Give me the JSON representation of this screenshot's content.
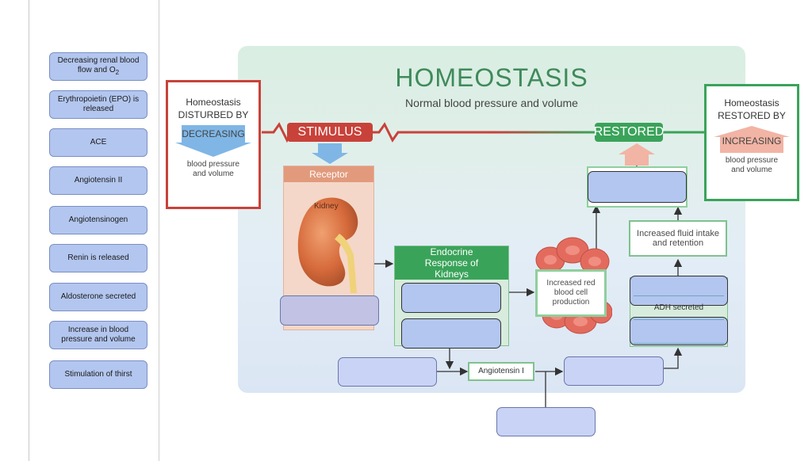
{
  "options": [
    {
      "label": "Decreasing renal blood flow and O",
      "sub": "2"
    },
    {
      "label": "Erythropoietin (EPO) is released"
    },
    {
      "label": "ACE"
    },
    {
      "label": "Angiotensin II"
    },
    {
      "label": "Angiotensinogen"
    },
    {
      "label": "Renin is released"
    },
    {
      "label": "Aldosterone secreted"
    },
    {
      "label": "Increase in blood pressure and volume"
    },
    {
      "label": "Stimulation of thirst"
    }
  ],
  "diagram": {
    "title": "HOMEOSTASIS",
    "subtitle": "Normal blood pressure and volume",
    "disturbed": {
      "line1": "Homeostasis",
      "line2": "DISTURBED BY",
      "action": "DECREASING",
      "body": "blood pressure and volume"
    },
    "restored_by": {
      "line1": "Homeostasis",
      "line2": "RESTORED BY",
      "action": "INCREASING",
      "body": "blood pressure and volume"
    },
    "stimulus": "STIMULUS",
    "restored": "RESTORED",
    "receptor": "Receptor",
    "kidney": "Kidney",
    "endocrine": "Endocrine Response of Kidneys",
    "rbc": "Increased red blood cell production",
    "fluid": "Increased fluid intake and retention",
    "adh": "ADH secreted",
    "angiotensin1": "Angiotensin I"
  },
  "colors": {
    "red": "#c8423a",
    "green": "#3aa35a",
    "blue_arrow": "#7fb6e6",
    "drop_zone": "#b3c6ef"
  }
}
